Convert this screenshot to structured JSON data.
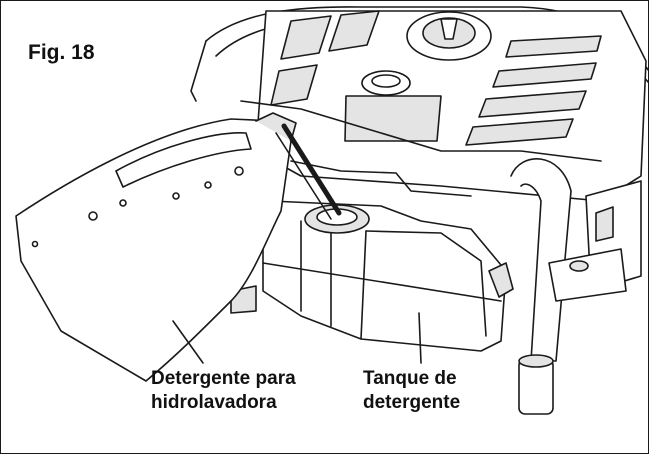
{
  "figure": {
    "label": "Fig. 18"
  },
  "callouts": {
    "detergent": {
      "line1": "Detergente para",
      "line2": "hidrolavadora"
    },
    "tank": {
      "line1": "Tanque de",
      "line2": "detergente"
    }
  },
  "colors": {
    "ink": "#1a1a1a",
    "paper": "#ffffff",
    "shade": "#e4e4e4"
  }
}
